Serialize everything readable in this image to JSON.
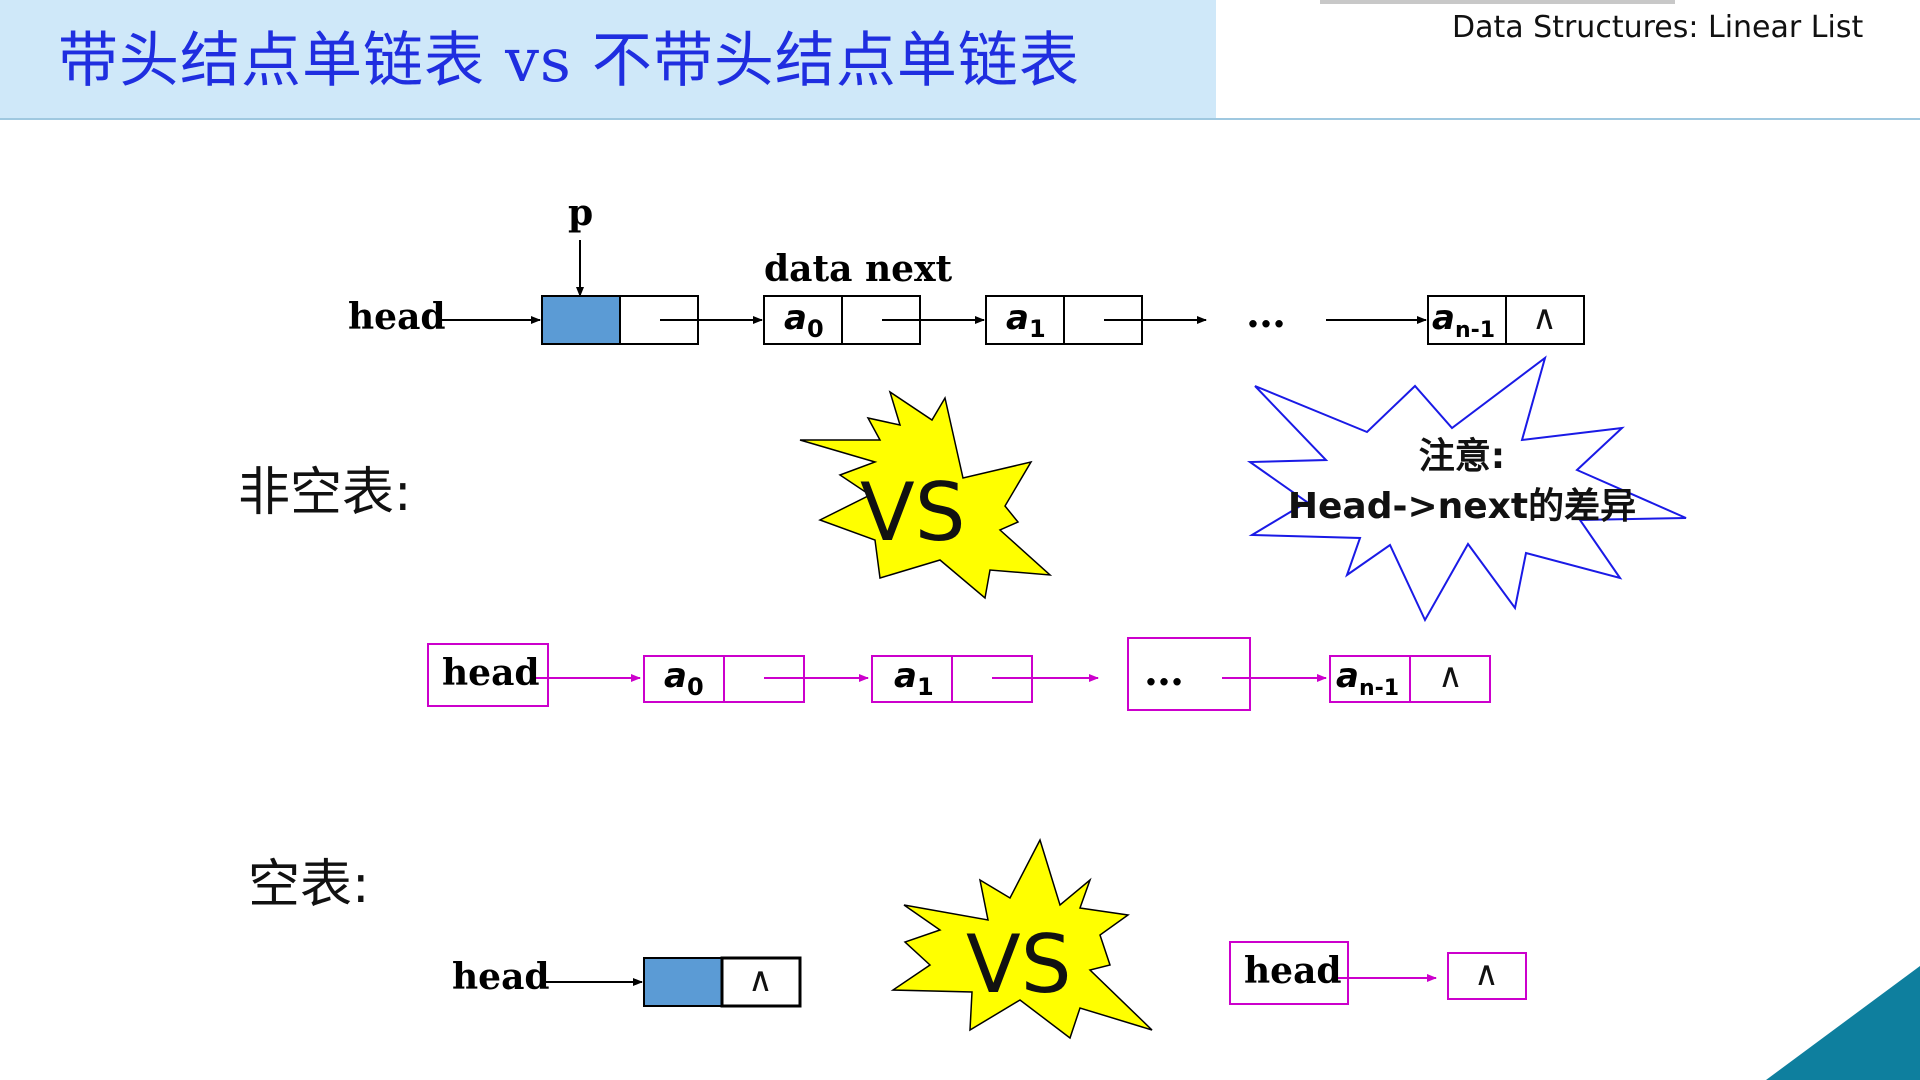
{
  "header": {
    "title": "带头结点单链表 vs 不带头结点单链表",
    "subject": "Data  Structures: Linear List"
  },
  "labels": {
    "pointer_p": "p",
    "data_next": "data next",
    "head": "head",
    "ellipsis": "…",
    "null_symbol": "∧",
    "a": "a",
    "sub0": "0",
    "sub1": "1",
    "subn": "n-1"
  },
  "sections": {
    "nonempty": "非空表:",
    "empty": "空表:"
  },
  "vs_text": "VS",
  "note": {
    "line1": "注意:",
    "line2": "Head->next的差异"
  },
  "colors": {
    "header_bg": "#cfe8f9",
    "title": "#1f2ee0",
    "head_node_fill": "#5b9bd5",
    "magenta": "#cc00cc",
    "starburst_fill": "#ffff00",
    "note_outline": "#1a1ae6",
    "corner": "#0e7f9e"
  }
}
